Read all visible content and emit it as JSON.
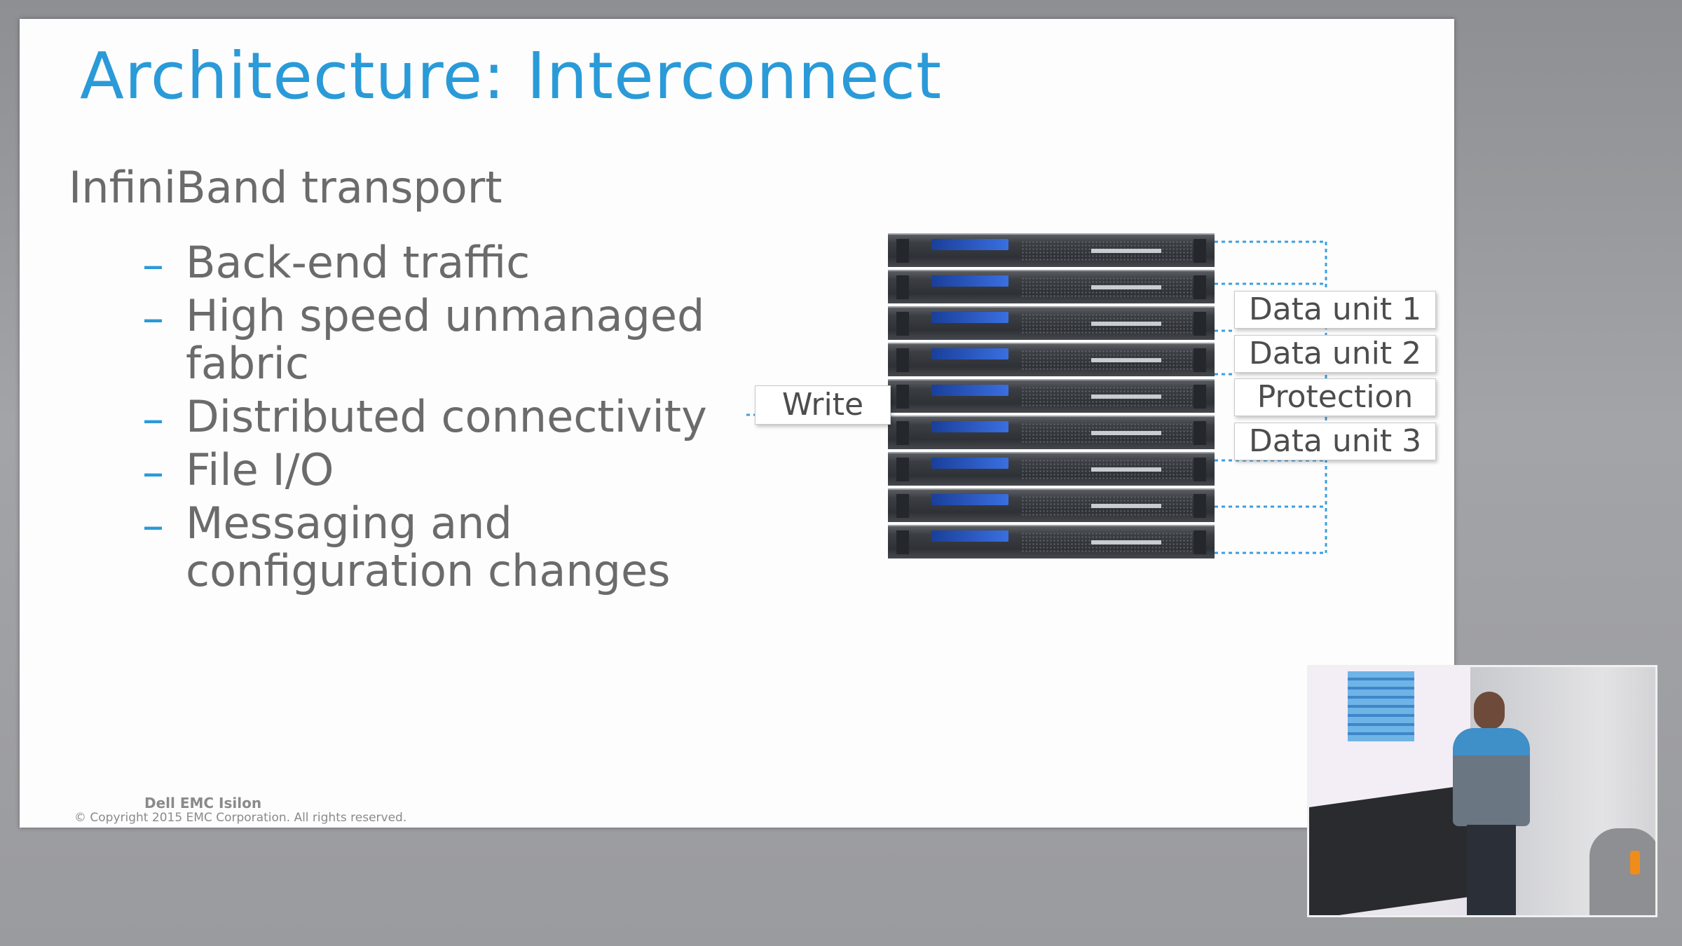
{
  "slide": {
    "title": "Architecture: Interconnect",
    "heading": "InfiniBand transport",
    "bullets": [
      {
        "lines": [
          "Back-end traffic"
        ]
      },
      {
        "lines": [
          "High speed unmanaged",
          "fabric"
        ]
      },
      {
        "lines": [
          "Distributed connectivity"
        ]
      },
      {
        "lines": [
          "File I/O"
        ]
      },
      {
        "lines": [
          "Messaging and",
          "configuration changes"
        ]
      }
    ],
    "bullet_dash": "–",
    "footer": {
      "brand": "Dell EMC Isilon",
      "copyright": "© Copyright 2015 EMC Corporation. All rights reserved."
    }
  },
  "diagram": {
    "write_label": "Write",
    "units": [
      "Data unit 1",
      "Data unit 2",
      "Protection",
      "Data unit 3"
    ],
    "node_count": 9
  },
  "colors": {
    "title_accent": "#2a9ad8",
    "body_text": "#6b6b6b",
    "connector": "#3b9ee0"
  },
  "icons": {
    "server_node": "server-node-icon"
  }
}
